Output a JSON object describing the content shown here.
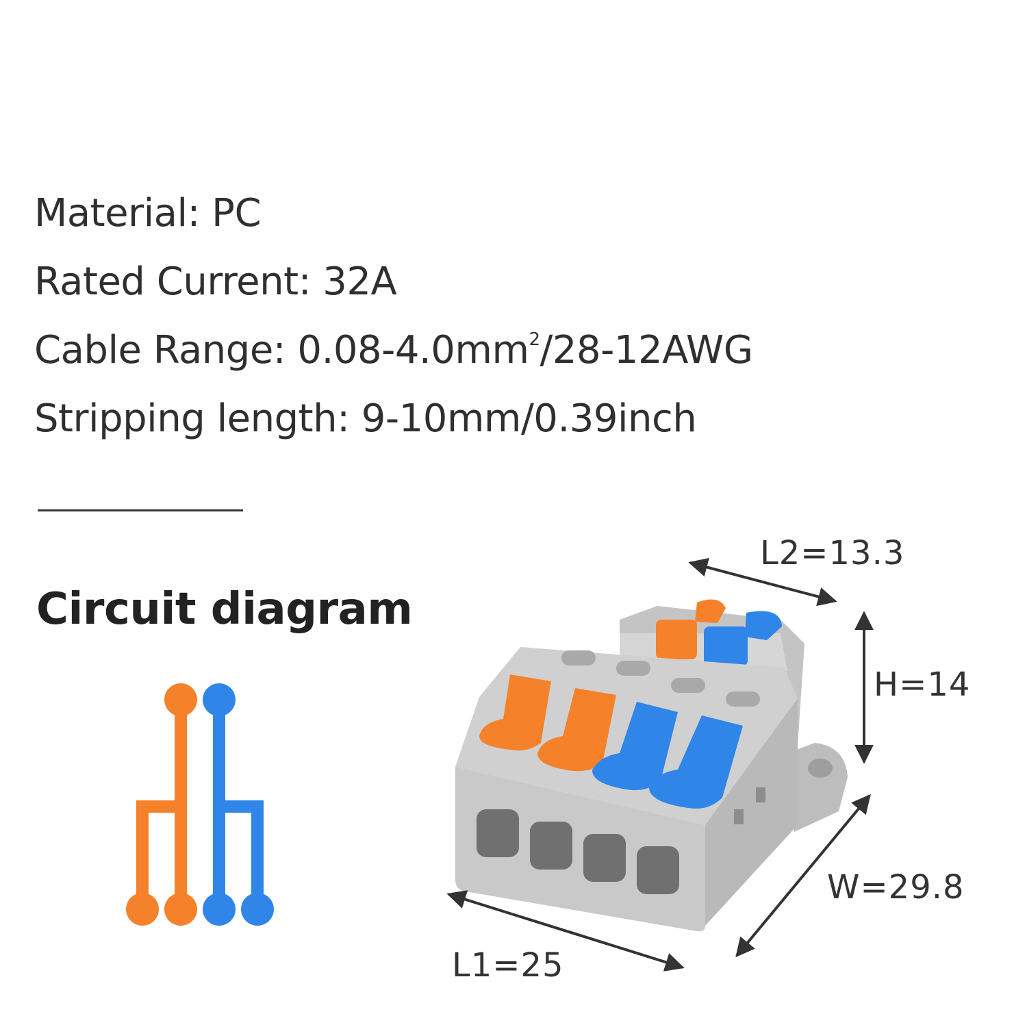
{
  "specs": {
    "material": "Material: PC",
    "rated_current": "Rated Current: 32A",
    "cable_range_prefix": "Cable Range: 0.08-4.0mm",
    "cable_range_sup": "2",
    "cable_range_suffix": "/28-12AWG",
    "stripping_length": "Stripping length: 9-10mm/0.39inch"
  },
  "circuit_title": "Circuit diagram",
  "dimensions": {
    "l2": "L2=13.3",
    "h": "H=14",
    "w": "W=29.8",
    "l1": "L1=25"
  },
  "colors": {
    "orange": "#f5822a",
    "blue": "#2f86e8",
    "housing": "#cfcfcf",
    "text": "#2f2f2f"
  },
  "icons": {
    "circuit": "circuit-diagram-icon",
    "connector": "wire-connector-image"
  }
}
